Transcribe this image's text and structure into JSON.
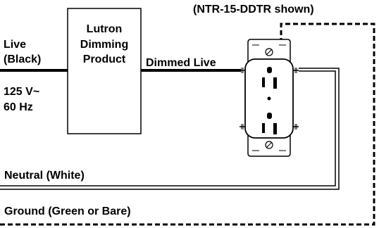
{
  "caption": "(NTR-15-DDTR shown)",
  "live_label_line1": "Live",
  "live_label_line2": "(Black)",
  "voltage_line1": "125 V~",
  "voltage_line2": "60 Hz",
  "product_line1": "Lutron",
  "product_line2": "Dimming",
  "product_line3": "Product",
  "dimmed_live_label": "Dimmed Live",
  "neutral_label": "Neutral (White)",
  "ground_label": "Ground (Green or Bare)"
}
